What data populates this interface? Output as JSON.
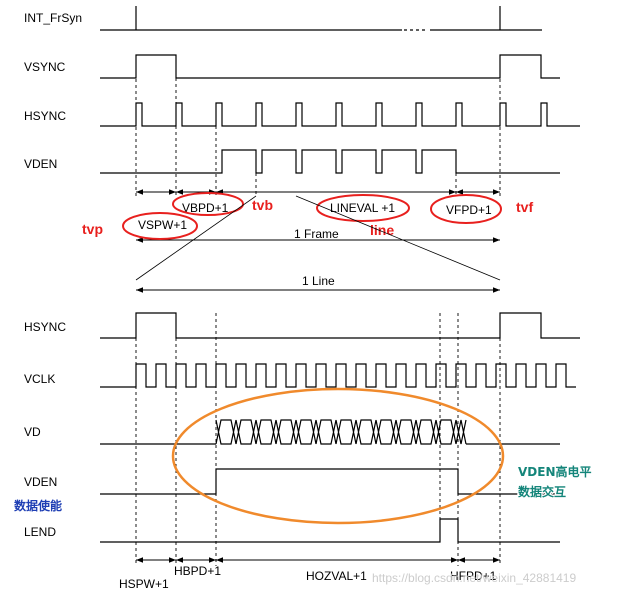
{
  "signals_top": {
    "int_frsyn": "INT_FrSyn",
    "vsync": "VSYNC",
    "hsync": "HSYNC",
    "vden": "VDEN"
  },
  "signals_bottom": {
    "hsync": "HSYNC",
    "vclk": "VCLK",
    "vd": "VD",
    "vden": "VDEN",
    "lend": "LEND"
  },
  "frame_labels": {
    "vspw": "VSPW+1",
    "vbpd": "VBPD+1",
    "lineval": "LINEVAL +1",
    "vfpd": "VFPD+1",
    "frame": "1 Frame",
    "line": "1 Line"
  },
  "line_labels": {
    "hspw": "HSPW+1",
    "hbpd": "HBPD+1",
    "hozval": "HOZVAL+1",
    "hfpd": "HFPD+1"
  },
  "annotations": {
    "tvp": "tvp",
    "tvb": "tvb",
    "line": "line",
    "tvf": "tvf",
    "vden_high_1": "VDEN高电平",
    "vden_high_2": "数据交互",
    "data_enable": "数据使能"
  },
  "watermark": "https://blog.csdn.net/weixin_42881419",
  "colors": {
    "annotation_red": "#e8201e",
    "ellipse_orange": "#f08a2c",
    "annotation_teal": "#14857a",
    "annotation_blue": "#1f3fb4",
    "signal": "#000000"
  }
}
